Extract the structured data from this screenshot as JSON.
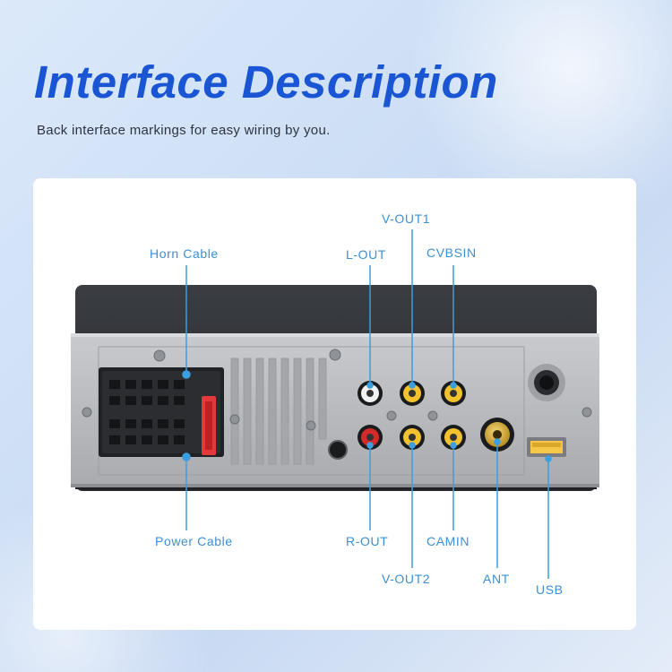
{
  "header": {
    "title": "Interface Description",
    "subtitle": "Back interface markings for easy wiring by you."
  },
  "labels": {
    "horn_cable": "Horn Cable",
    "power_cable": "Power Cable",
    "l_out": "L-OUT",
    "v_out1": "V-OUT1",
    "cvbsin": "CVBSIN",
    "r_out": "R-OUT",
    "v_out2": "V-OUT2",
    "camin": "CAMIN",
    "ant": "ANT",
    "usb": "USB"
  },
  "colors": {
    "title": "#1a55d4",
    "label": "#3b8fd6",
    "leader_line": "#3b9ee0",
    "rca_white": "#f2f2f2",
    "rca_red": "#d42a2a",
    "rca_yellow": "#f2c12e",
    "fuse": "#e23a3a"
  }
}
